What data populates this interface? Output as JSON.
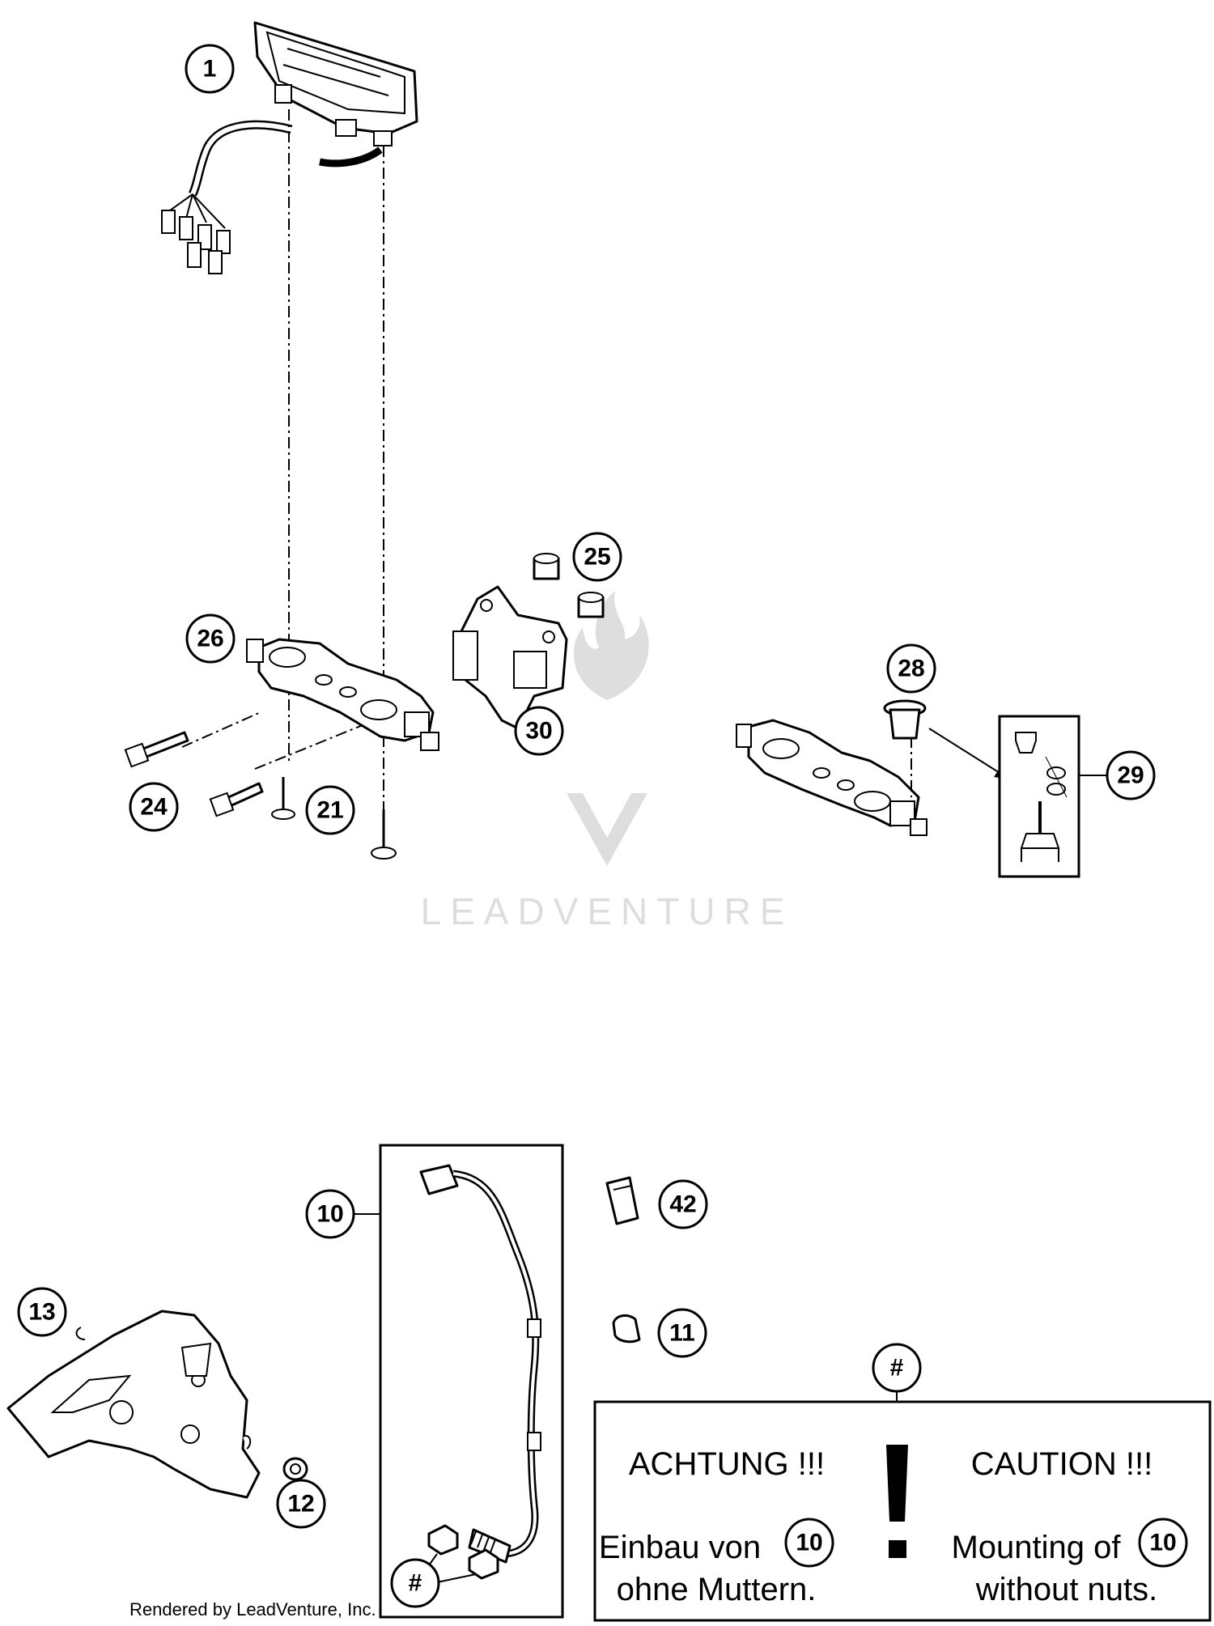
{
  "callouts": {
    "c1": "1",
    "c25": "25",
    "c26": "26",
    "c30": "30",
    "c24": "24",
    "c21": "21",
    "c28": "28",
    "c29": "29",
    "c10": "10",
    "c42": "42",
    "c13": "13",
    "c11": "11",
    "c12": "12",
    "c_hash_top": "#",
    "c_hash_bottom": "#"
  },
  "caution_box": {
    "left_heading": "ACHTUNG !!!",
    "right_heading": "CAUTION !!!",
    "left_line1": "Einbau von",
    "left_ref": "10",
    "left_line2": "ohne Muttern.",
    "right_line1": "Mounting of",
    "right_ref": "10",
    "right_line2": "without nuts."
  },
  "watermark": {
    "brand": "LEADVENTURE"
  },
  "footer": {
    "credit": "Rendered by LeadVenture, Inc."
  }
}
